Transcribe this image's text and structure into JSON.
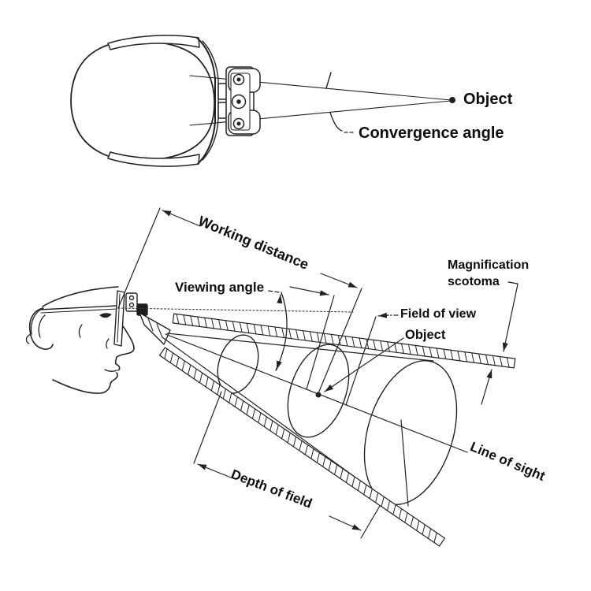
{
  "page": {
    "background_color": "#ffffff",
    "ink_color": "#222222",
    "description": "Two-part optics diagram for head-worn binocular loupes"
  },
  "top_diagram": {
    "title_meaning": "Top view of head with loupes converging on object",
    "labels": {
      "object": "Object",
      "convergence_angle": "Convergence angle"
    }
  },
  "bottom_diagram": {
    "title_meaning": "Side view of head with loupe showing viewing geometry",
    "labels": {
      "working_distance": "Working distance",
      "viewing_angle": "Viewing angle",
      "magnification_scotoma": "Magnification scotoma",
      "field_of_view": "Field of view",
      "object": "Object",
      "line_of_sight": "Line of sight",
      "depth_of_field": "Depth of field"
    }
  }
}
